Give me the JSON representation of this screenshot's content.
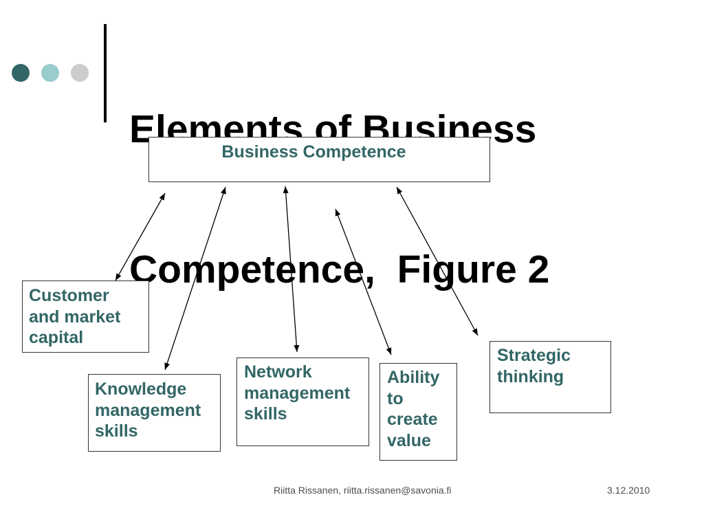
{
  "theme": {
    "accent": "#336666",
    "dot_dark": "#336666",
    "dot_light": "#99cccc",
    "dot_gray": "#cccccc",
    "connector": "#000000",
    "footer_text": "#4d4d4d"
  },
  "slide": {
    "title_lines": [
      "Elements of Business",
      "Competence,  Figure 2"
    ]
  },
  "diagram": {
    "root": {
      "label": "Business Competence"
    },
    "elements": [
      {
        "lines": [
          "Customer",
          "and market",
          "capital"
        ],
        "bidirectional_link": true
      },
      {
        "lines": [
          "Knowledge",
          "management",
          "skills"
        ],
        "bidirectional_link": true
      },
      {
        "lines": [
          "Network",
          "management",
          "skills"
        ],
        "bidirectional_link": true
      },
      {
        "lines": [
          "Ability",
          "to",
          "create",
          "value"
        ],
        "bidirectional_link": true
      },
      {
        "lines": [
          "Strategic",
          "thinking"
        ],
        "bidirectional_link": true
      }
    ]
  },
  "footer": {
    "author": "Riitta Rissanen, riitta.rissanen@savonia.fi",
    "date": "3.12.2010"
  }
}
